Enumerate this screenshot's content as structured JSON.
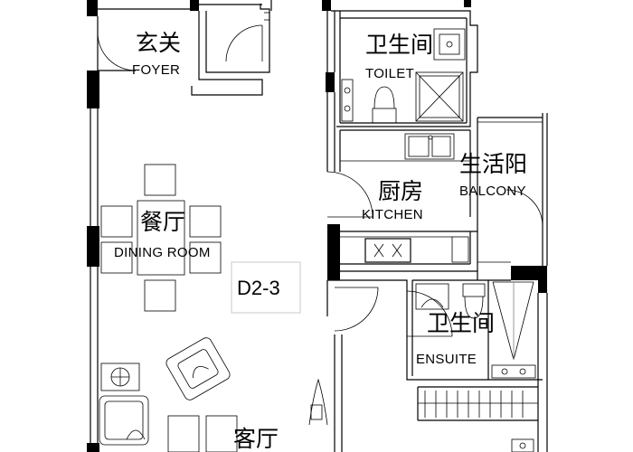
{
  "rooms": {
    "foyer": {
      "cn": "玄关",
      "en": "FOYER"
    },
    "toilet": {
      "cn": "卫生间",
      "en": "TOILET"
    },
    "kitchen": {
      "cn": "厨房",
      "en": "KITCHEN"
    },
    "balcony": {
      "cn": "生活阳",
      "en": "BALCONY"
    },
    "dining": {
      "cn": "餐厅",
      "en": "DINING ROOM"
    },
    "ensuite": {
      "cn": "卫生间",
      "en": "ENSUITE"
    },
    "living": {
      "cn": "客厅"
    }
  },
  "unit_label": "D2-3"
}
